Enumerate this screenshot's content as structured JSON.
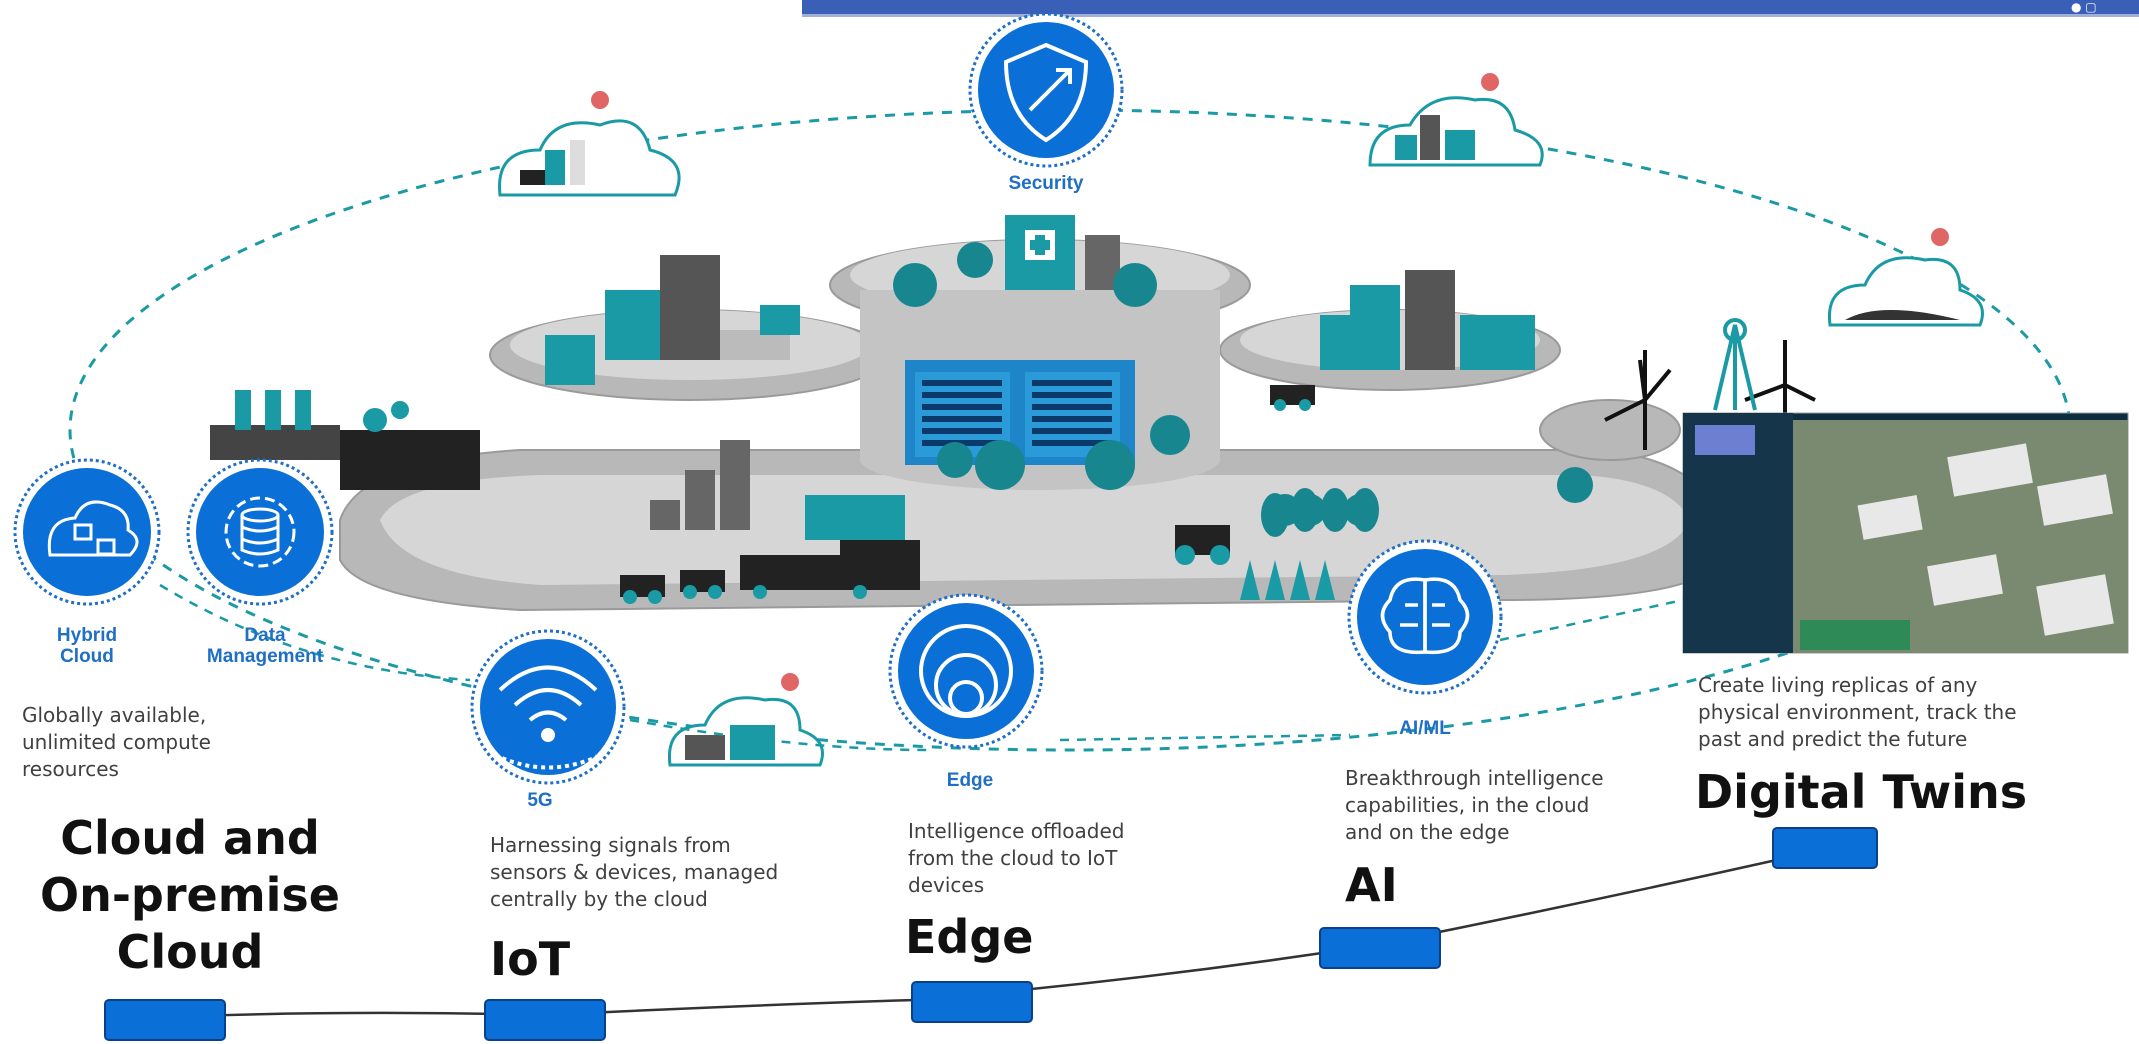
{
  "window": {
    "top_bar_color": "#3a5fb7"
  },
  "colors": {
    "accent_blue": "#0a6fd6",
    "teal": "#1a9aa5",
    "grey": "#b5b5b5",
    "dark_grey": "#555555"
  },
  "icons": [
    {
      "name": "security-shield-icon",
      "label": "Security"
    },
    {
      "name": "hybrid-cloud-icon",
      "label": "Hybrid\nCloud"
    },
    {
      "name": "data-management-gear-icon",
      "label": "Data\nManagement"
    },
    {
      "name": "5g-wireless-icon",
      "label": "5G"
    },
    {
      "name": "edge-circles-icon",
      "label": "Edge"
    },
    {
      "name": "ai-ml-brain-icon",
      "label": "AI/ML"
    }
  ],
  "labels": {
    "security": "Security",
    "hybrid_cloud_1": "Hybrid",
    "hybrid_cloud_2": "Cloud",
    "data_mgmt_1": "Data",
    "data_mgmt_2": "Management",
    "fiveg": "5G",
    "edge": "Edge",
    "aiml": "AI/ML"
  },
  "timeline": {
    "cloud": {
      "title_lines": [
        "Cloud and",
        "On-premise",
        "Cloud"
      ],
      "desc_lines": [
        "Globally available,",
        "unlimited compute",
        "resources"
      ]
    },
    "iot": {
      "title": "IoT",
      "desc_lines": [
        "Harnessing signals from",
        "sensors & devices, managed",
        "centrally by the cloud"
      ]
    },
    "edge": {
      "title": "Edge",
      "desc_lines": [
        "Intelligence offloaded",
        "from the cloud to IoT",
        "devices"
      ]
    },
    "ai": {
      "title": "AI",
      "desc_lines": [
        "Breakthrough intelligence",
        "capabilities, in the cloud",
        "and on the edge"
      ]
    },
    "twins": {
      "title": "Digital Twins",
      "desc_lines": [
        "Create living replicas of any",
        "physical environment, track the",
        "past and predict the future"
      ]
    }
  }
}
